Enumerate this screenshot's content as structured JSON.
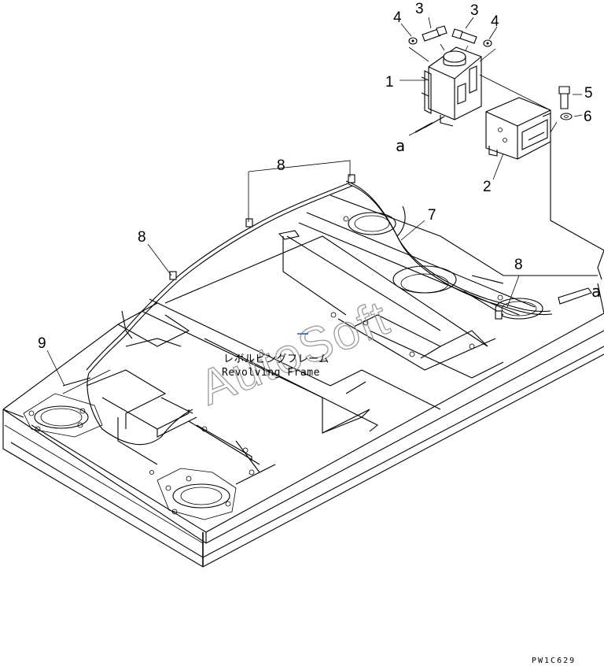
{
  "callouts": [
    {
      "label": "1"
    },
    {
      "label": "2"
    },
    {
      "label": "3"
    },
    {
      "label": "3"
    },
    {
      "label": "4"
    },
    {
      "label": "4"
    },
    {
      "label": "5"
    },
    {
      "label": "6"
    },
    {
      "label": "7"
    },
    {
      "label": "8"
    },
    {
      "label": "8"
    },
    {
      "label": "8"
    },
    {
      "label": "9"
    }
  ],
  "connector_marks": [
    "a",
    "a"
  ],
  "frame_label": {
    "japanese": "レボルビングフレーム",
    "english": "Revolving Frame"
  },
  "watermark": "AutoSoft",
  "drawing_code": "PW1C629",
  "colors": {
    "line": "#000000",
    "watermark": "#9a9a9a",
    "accent": "#3355cc"
  }
}
